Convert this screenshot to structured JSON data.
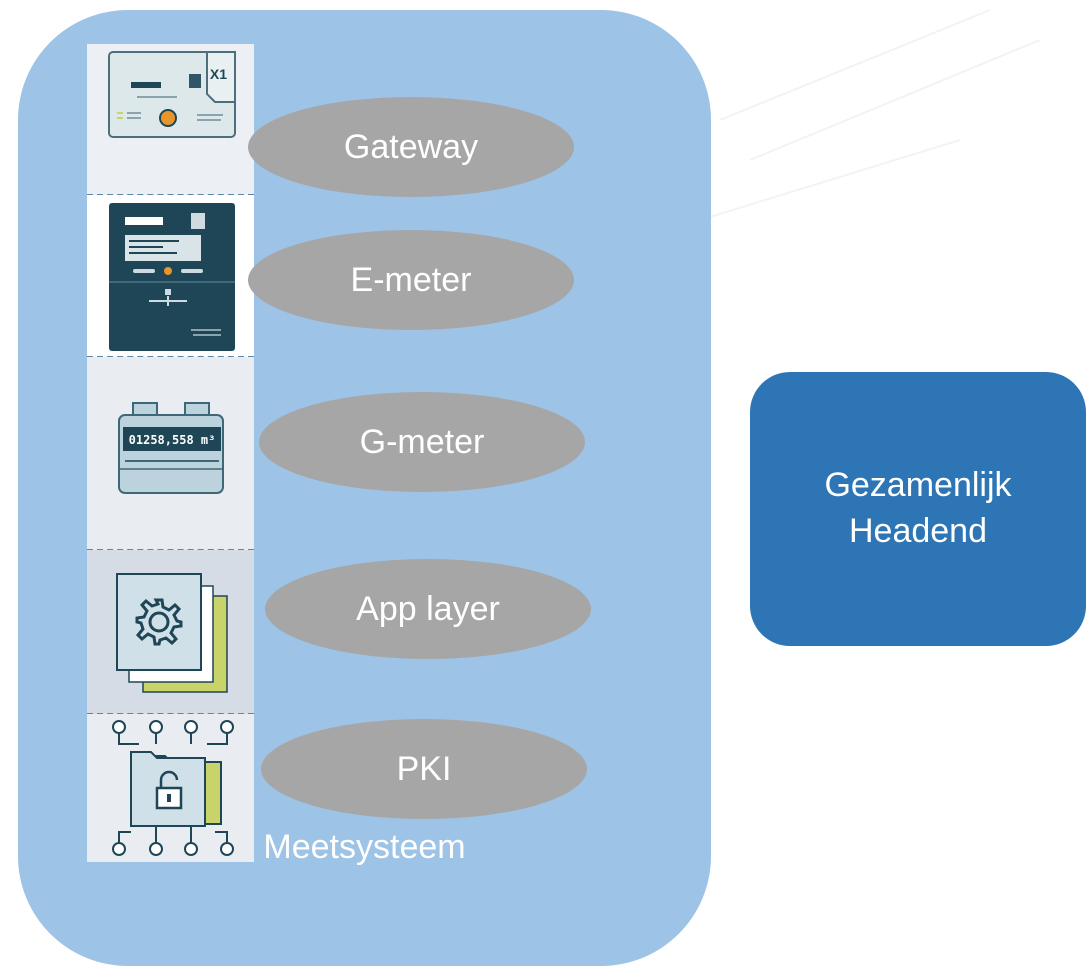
{
  "colors": {
    "container": "#9dc3e6",
    "oval": "#a6a6a6",
    "headend": "#2e75b6",
    "text": "#ffffff",
    "meter_dark": "#1f4656",
    "accent_green": "#c8d46a",
    "accent_orange": "#e8952a"
  },
  "meetsysteem": {
    "label": "Meetsysteem"
  },
  "components": [
    {
      "label": "Gateway",
      "icon": "gateway-device-icon",
      "device_text": "X1"
    },
    {
      "label": "E-meter",
      "icon": "electricity-meter-icon"
    },
    {
      "label": "G-meter",
      "icon": "gas-meter-icon",
      "display": "01258,558 m³"
    },
    {
      "label": "App layer",
      "icon": "settings-gear-icon"
    },
    {
      "label": "PKI",
      "icon": "lock-folder-icon"
    }
  ],
  "headend": {
    "label": "Gezamenlijk\nHeadend"
  }
}
